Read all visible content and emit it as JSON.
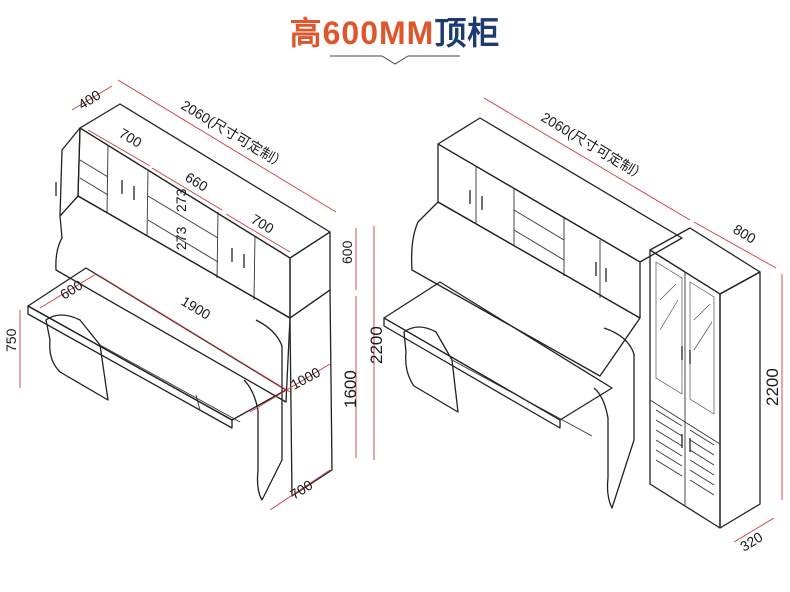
{
  "title": {
    "accent_text": "高600MM",
    "dark_text": "顶柜"
  },
  "left_dims": {
    "depth_top": "400",
    "width_top": "2060(尺寸可定制）",
    "left_cab": "700",
    "mid_cab": "660",
    "right_cab": "700",
    "shelf_a": "273",
    "shelf_b": "273",
    "top_height": "600",
    "desk_depth": "600",
    "desk_width": "1900",
    "desk_height": "750",
    "total_height": "2200",
    "lower_height": "1600",
    "bed_depth": "1000",
    "base_depth": "700"
  },
  "right_dims": {
    "width_top": "2060(尺寸可定制）",
    "bookcase_width": "800",
    "total_height": "2200",
    "bookcase_depth": "320"
  },
  "colors": {
    "accent": "#e0552a",
    "dark": "#1d3a73",
    "dimension": "#d23a3a"
  }
}
